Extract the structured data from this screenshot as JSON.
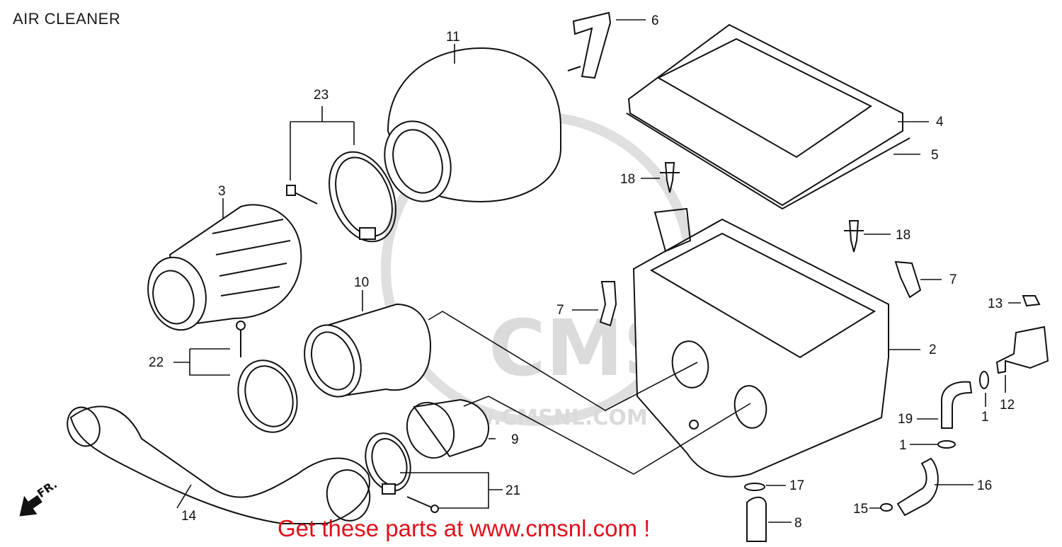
{
  "title": "AIR CLEANER",
  "footer": "Get these parts at www.cmsnl.com !",
  "watermark": {
    "main": "CMS",
    "url": "WWW.CMSNL.COM"
  },
  "direction_marker": "FR.",
  "colors": {
    "footer_text": "#e0101a",
    "line": "#111111",
    "watermark": "#d8d8d8"
  },
  "callouts": {
    "c1a": "1",
    "c1b": "1",
    "c2": "2",
    "c3": "3",
    "c4": "4",
    "c5": "5",
    "c6": "6",
    "c7a": "7",
    "c7b": "7",
    "c8": "8",
    "c9": "9",
    "c10": "10",
    "c11": "11",
    "c12": "12",
    "c13": "13",
    "c14": "14",
    "c15": "15",
    "c16": "16",
    "c17": "17",
    "c18a": "18",
    "c18b": "18",
    "c19": "19",
    "c21": "21",
    "c22": "22",
    "c23": "23"
  }
}
